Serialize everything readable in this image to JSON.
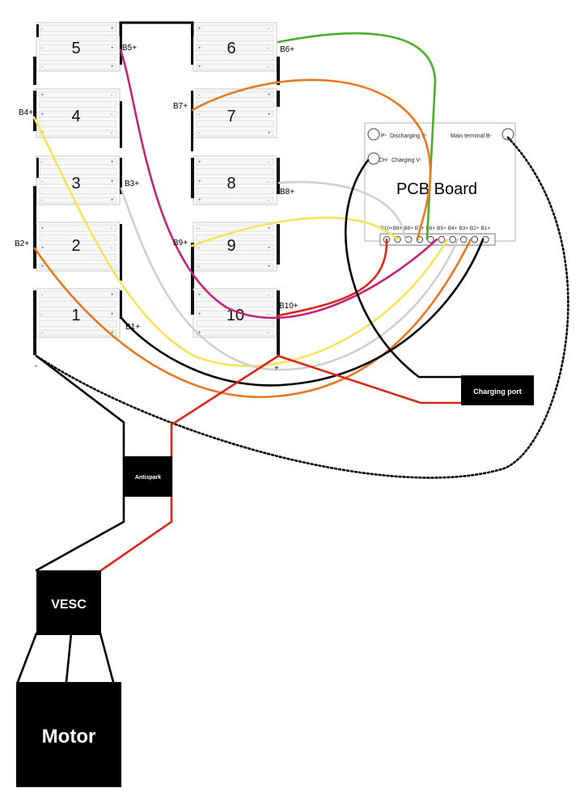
{
  "colors": {
    "yellow": "#f7e35a",
    "magenta": "#c2257a",
    "orange": "#e87922",
    "green": "#4caf2a",
    "grey": "#cfcfcf",
    "red": "#d8281a",
    "black": "#000000"
  },
  "cells": [
    {
      "number": "5"
    },
    {
      "number": "6"
    },
    {
      "number": "4"
    },
    {
      "number": "7"
    },
    {
      "number": "3"
    },
    {
      "number": "8"
    },
    {
      "number": "2"
    },
    {
      "number": "9"
    },
    {
      "number": "1"
    },
    {
      "number": "10"
    }
  ],
  "tap_labels": {
    "b5": "B5+",
    "b6": "B6+",
    "b4": "B4+",
    "b7": "B7+",
    "b3": "B3+",
    "b8": "B8+",
    "b2": "B2+",
    "b9": "B9+",
    "b1": "B1+",
    "b10": "B10+"
  },
  "pack_terminals": {
    "negative": "-",
    "positive": "+"
  },
  "pcb": {
    "title": "PCB Board",
    "discharging_label": "Discharging V-",
    "discharging_code": "P-",
    "charging_label": "Charging V-",
    "charging_code": "CH-",
    "main_terminal_label": "Main terminal B-",
    "pin_labels": [
      "B10+",
      "B9+",
      "B8+",
      "B7+",
      "B6+",
      "B5+",
      "B4+",
      "B3+",
      "B2+",
      "B1+"
    ]
  },
  "blocks": {
    "charging_port": "Charging port",
    "antispark": "Antispark",
    "vesc": "VESC",
    "motor": "Motor"
  }
}
